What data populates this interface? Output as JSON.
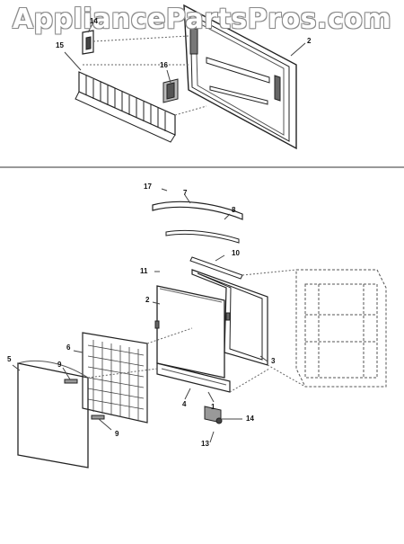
{
  "watermark": "AppliancePartsPros.com",
  "callouts": {
    "top_2": "2",
    "top_14": "14",
    "top_15": "15",
    "top_16": "16",
    "c17": "17",
    "c7": "7",
    "c8": "8",
    "c10": "10",
    "c11": "11",
    "c2": "2",
    "c3": "3",
    "c5": "5",
    "c6": "6",
    "c9a": "9",
    "c9b": "9",
    "c4": "4",
    "c1": "1",
    "c14": "14",
    "c13": "13"
  }
}
